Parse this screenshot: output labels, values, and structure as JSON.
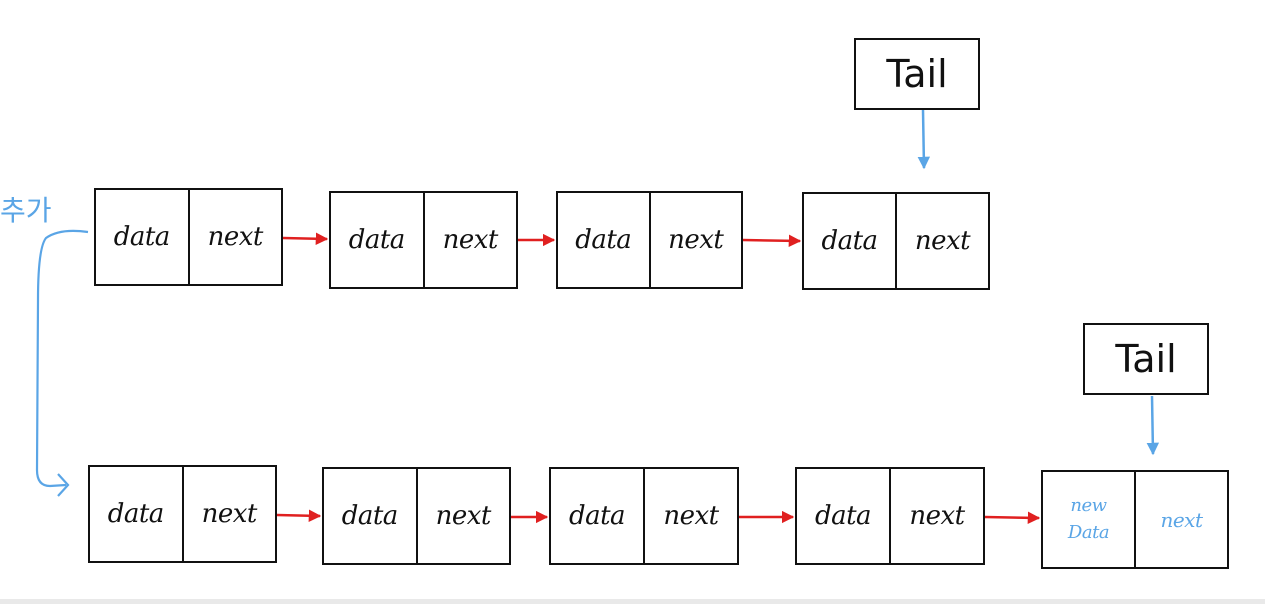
{
  "colors": {
    "ink": "#111111",
    "next_arrow": "#e02020",
    "annotation": "#5aa5e6"
  },
  "side_label": "추가",
  "before": {
    "tail_label": "Tail",
    "nodes": [
      {
        "data": "data",
        "next": "next"
      },
      {
        "data": "data",
        "next": "next"
      },
      {
        "data": "data",
        "next": "next"
      },
      {
        "data": "data",
        "next": "next"
      }
    ]
  },
  "after": {
    "tail_label": "Tail",
    "nodes": [
      {
        "data": "data",
        "next": "next"
      },
      {
        "data": "data",
        "next": "next"
      },
      {
        "data": "data",
        "next": "next"
      },
      {
        "data": "data",
        "next": "next"
      }
    ],
    "new_node": {
      "data_line1": "new",
      "data_line2": "Data",
      "next": "next"
    }
  }
}
